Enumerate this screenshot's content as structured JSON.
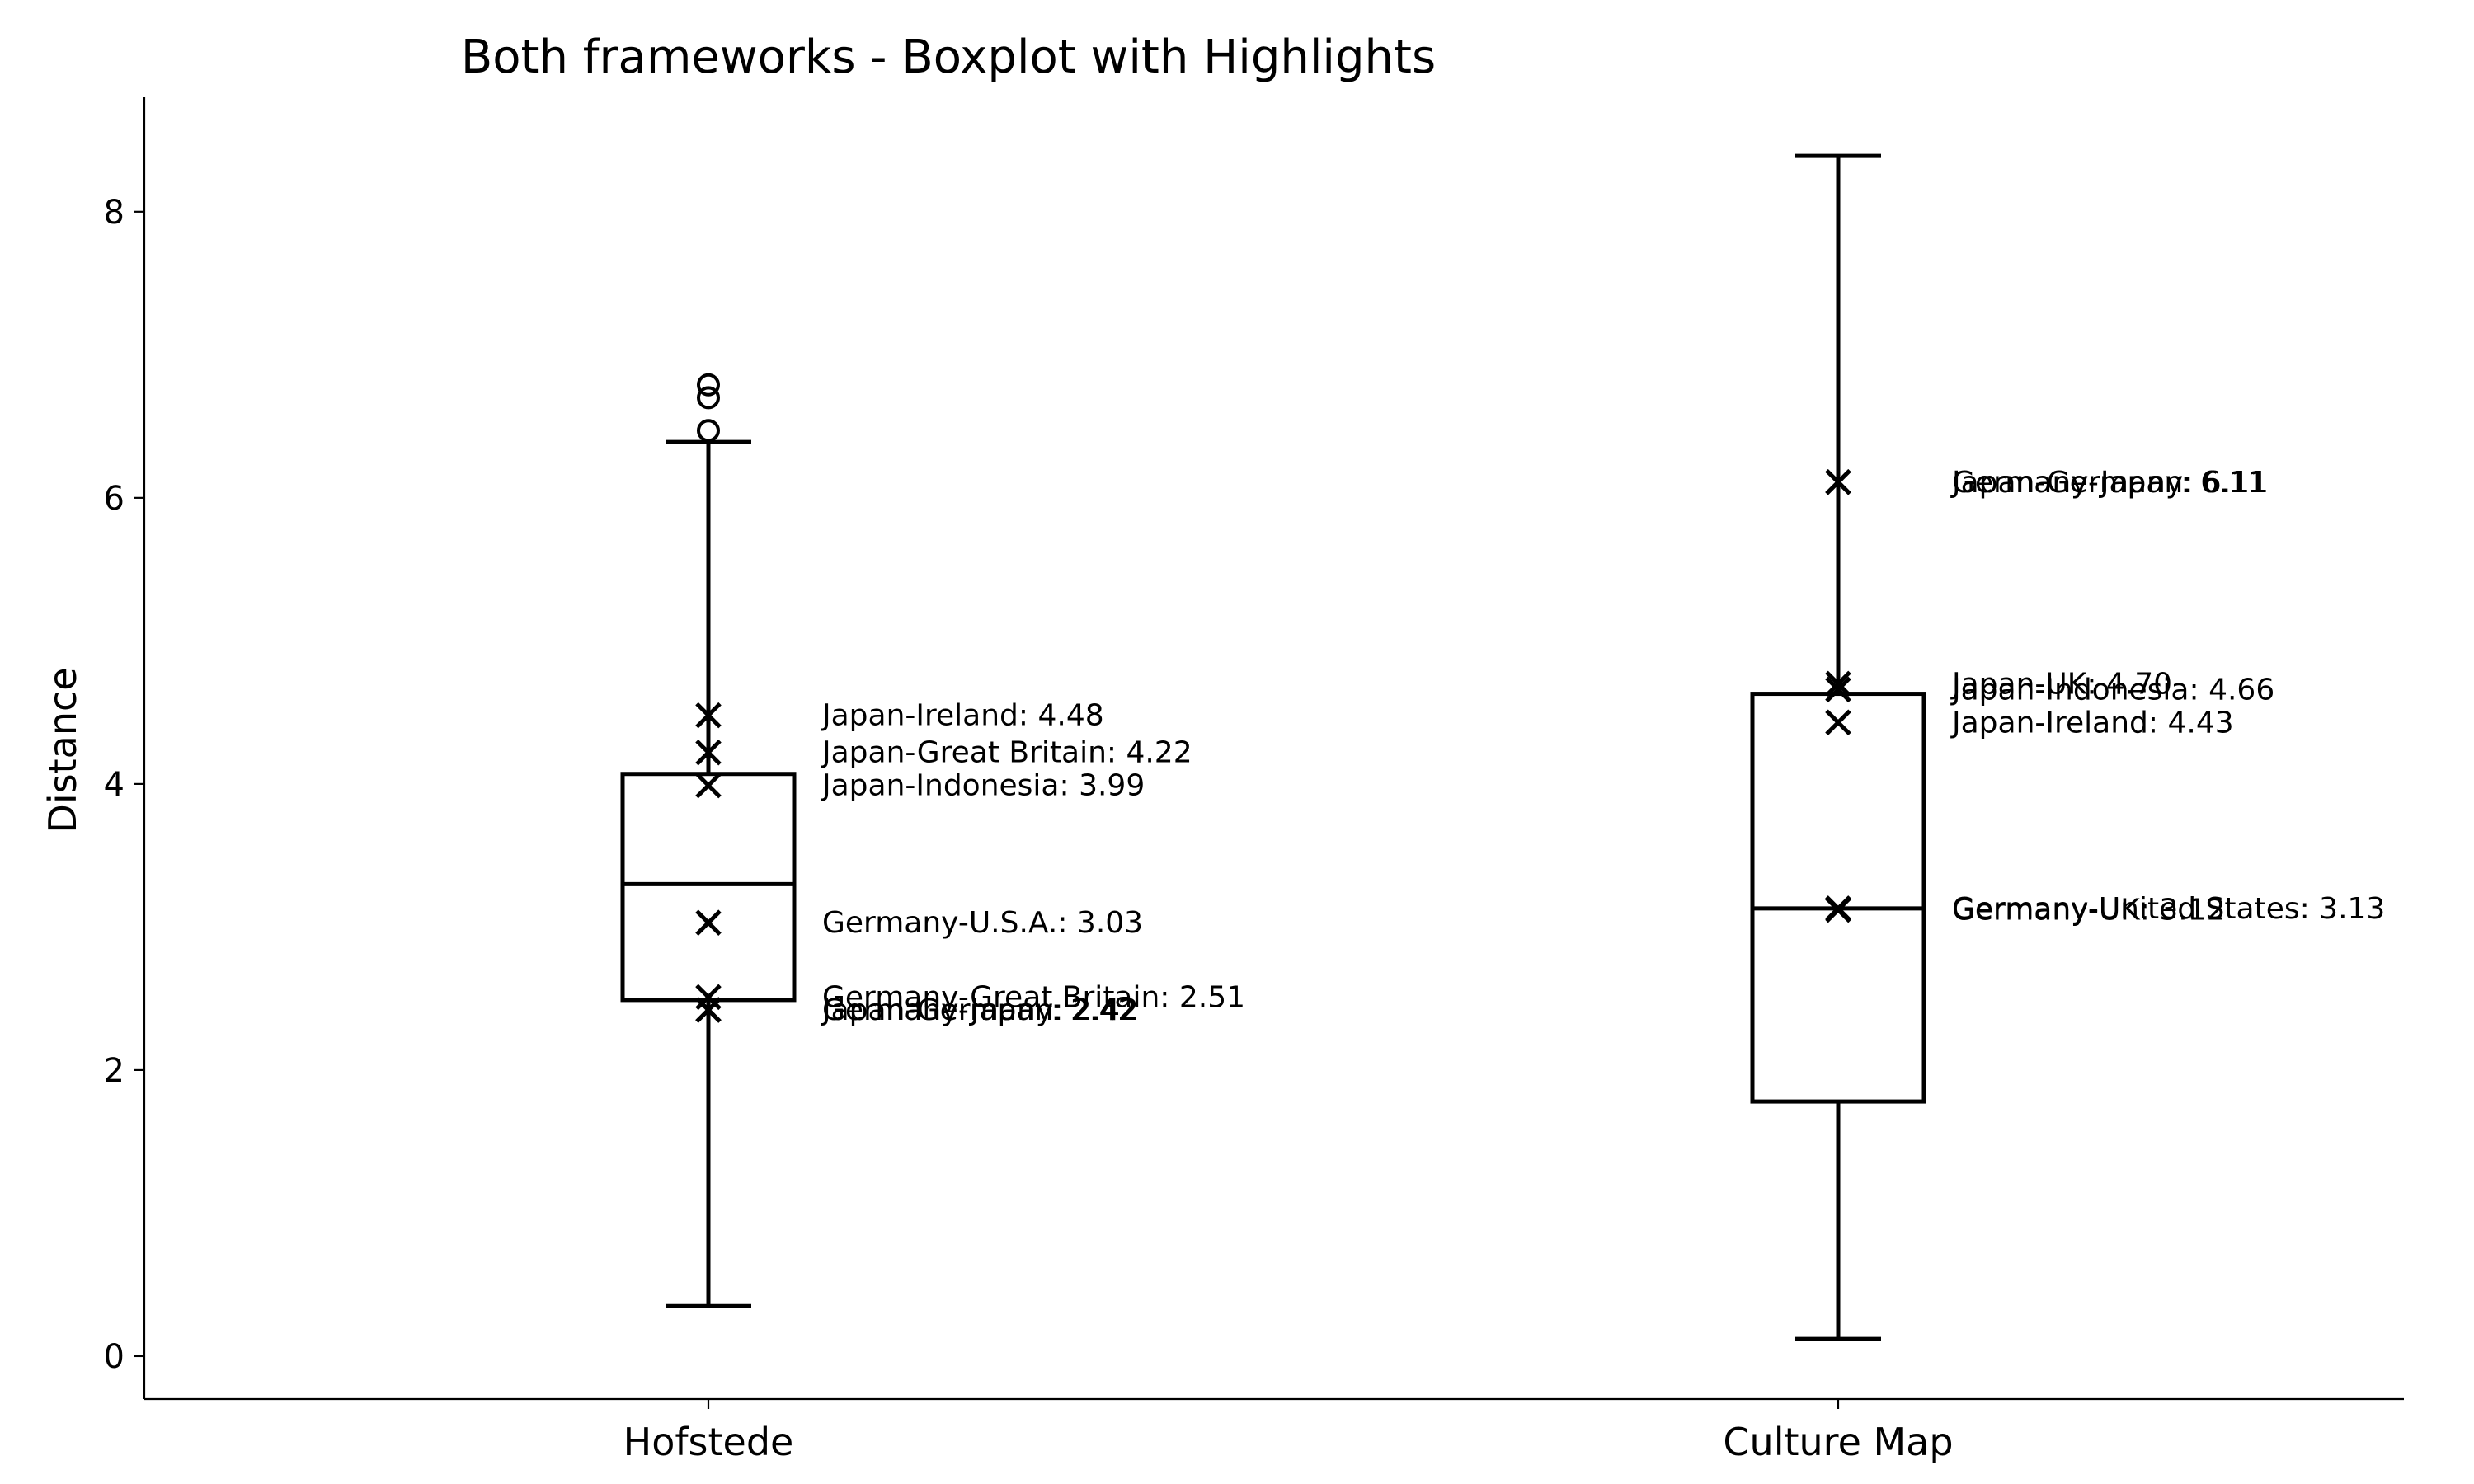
{
  "chart_data": {
    "type": "box",
    "title": "Both frameworks - Boxplot with Highlights",
    "xlabel": "",
    "ylabel": "Distance",
    "ylim": [
      -0.3,
      8.8
    ],
    "yticks": [
      0,
      2,
      4,
      6,
      8
    ],
    "grid": false,
    "categories": [
      "Hofstede",
      "Culture Map"
    ],
    "boxes": [
      {
        "category": "Hofstede",
        "whisker_low": 0.35,
        "q1": 2.49,
        "median": 3.3,
        "q3": 4.07,
        "whisker_high": 6.39,
        "fliers": [
          6.47,
          6.7,
          6.79
        ],
        "highlights": [
          {
            "label": "Japan-Ireland: 4.48",
            "value": 4.48
          },
          {
            "label": "Japan-Great Britain: 4.22",
            "value": 4.22
          },
          {
            "label": "Japan-Indonesia: 3.99",
            "value": 3.99
          },
          {
            "label": "Germany-U.S.A.: 3.03",
            "value": 3.03
          },
          {
            "label": "Germany-Great Britain: 2.51",
            "value": 2.51
          },
          {
            "label": "Japan-Germany: 2.42",
            "value": 2.42
          },
          {
            "label": "Germany-Japan: 2.42",
            "value": 2.42
          }
        ]
      },
      {
        "category": "Culture Map",
        "whisker_low": 0.12,
        "q1": 1.78,
        "median": 3.13,
        "q3": 4.63,
        "whisker_high": 8.39,
        "fliers": [],
        "highlights": [
          {
            "label": "Germany-Japan: 6.11",
            "value": 6.11
          },
          {
            "label": "Japan-Germany: 6.11",
            "value": 6.11
          },
          {
            "label": "Japan-UK: 4.70",
            "value": 4.7
          },
          {
            "label": "Japan-Indonesia: 4.66",
            "value": 4.66
          },
          {
            "label": "Japan-Ireland: 4.43",
            "value": 4.43
          },
          {
            "label": "Germany-UK: 3.12",
            "value": 3.12
          },
          {
            "label": "Germany-United States: 3.13",
            "value": 3.13
          }
        ]
      }
    ]
  }
}
